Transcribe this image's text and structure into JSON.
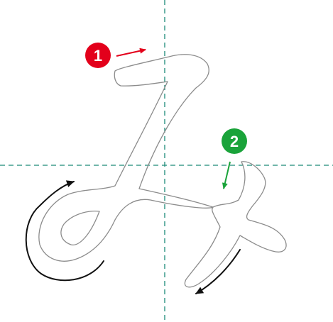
{
  "guide_lines": {
    "color": "#1b8a78"
  },
  "glyph": {
    "outline_color": "#8c8c8c"
  },
  "markers": [
    {
      "label": "1",
      "color": "#e3001b",
      "arrow_color": "#e3001b",
      "icon": "stroke-order-badge"
    },
    {
      "label": "2",
      "color": "#1aa33a",
      "arrow_color": "#1aa33a",
      "icon": "stroke-order-badge"
    }
  ],
  "direction_arrows": {
    "color": "#111111"
  }
}
